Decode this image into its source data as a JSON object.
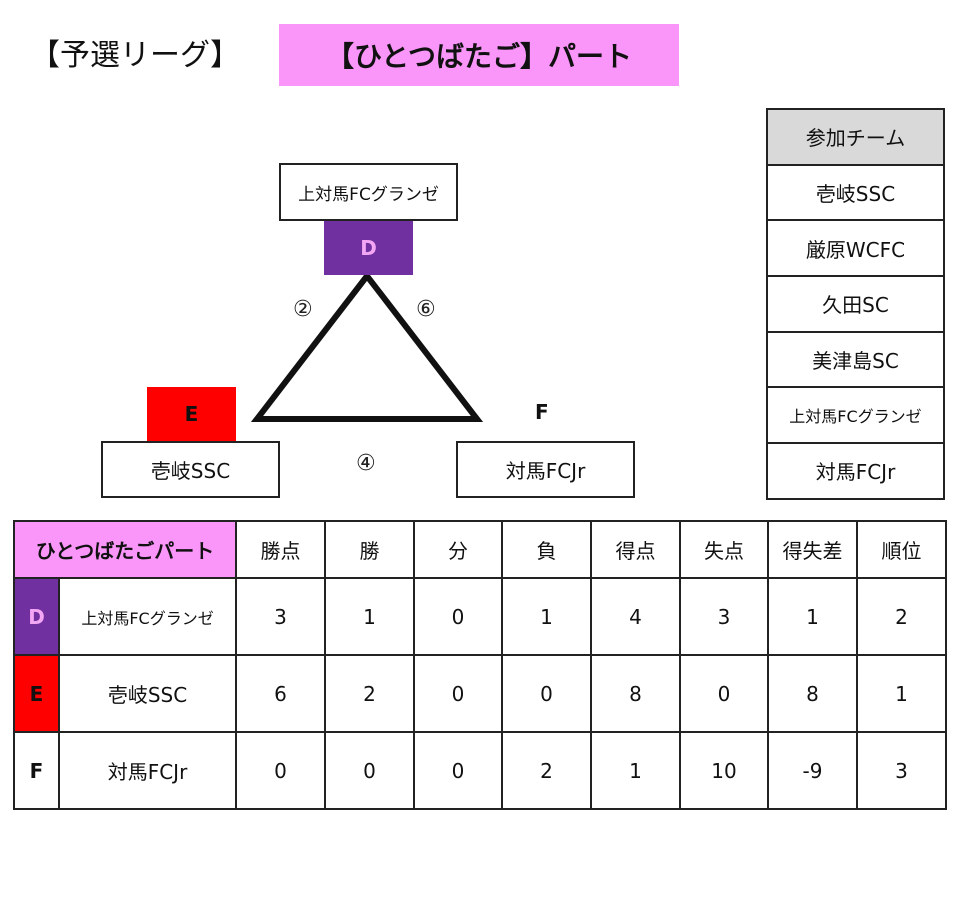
{
  "header": {
    "stage_label": "【予選リーグ】",
    "part_title": "【ひとつばたご】パート"
  },
  "bracket": {
    "team_d": "上対馬FCグランゼ",
    "team_e": "壱岐SSC",
    "team_f": "対馬FCJr",
    "letter_d": "D",
    "letter_e": "E",
    "letter_f": "F",
    "match_de": "②",
    "match_df": "⑥",
    "match_ef": "④"
  },
  "participants": {
    "header": "参加チーム",
    "teams": [
      "壱岐SSC",
      "厳原WCFC",
      "久田SC",
      "美津島SC",
      "上対馬FCグランゼ",
      "対馬FCJr"
    ]
  },
  "standings": {
    "part_name": "ひとつばたごパート",
    "columns": [
      "勝点",
      "勝",
      "分",
      "負",
      "得点",
      "失点",
      "得失差",
      "順位"
    ],
    "rows": [
      {
        "letter": "D",
        "team": "上対馬FCグランゼ",
        "values": [
          "3",
          "1",
          "0",
          "1",
          "4",
          "3",
          "1",
          "2"
        ]
      },
      {
        "letter": "E",
        "team": "壱岐SSC",
        "values": [
          "6",
          "2",
          "0",
          "0",
          "8",
          "0",
          "8",
          "1"
        ]
      },
      {
        "letter": "F",
        "team": "対馬FCJr",
        "values": [
          "0",
          "0",
          "0",
          "2",
          "1",
          "10",
          "-9",
          "3"
        ]
      }
    ]
  },
  "colors": {
    "part_pink": "#fa96fa",
    "team_d_purple": "#7030a0",
    "team_e_red": "#ff0000",
    "header_gray": "#d9d9d9"
  }
}
